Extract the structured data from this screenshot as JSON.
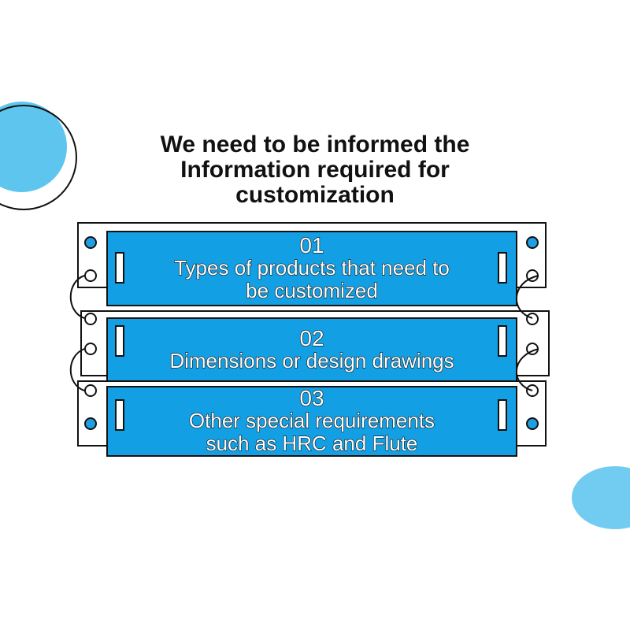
{
  "title": "We need to be informed  the\nInformation required for\ncustomization",
  "items": [
    {
      "number": "01",
      "text": "Types of products that need to\nbe customized"
    },
    {
      "number": "02",
      "text": "Dimensions or design drawings"
    },
    {
      "number": "03",
      "text": "Other special requirements\nsuch as HRC and Flute"
    }
  ],
  "colors": {
    "panel_blue": "#129fe4",
    "decor_blue": "#5ec5ef",
    "outline": "#111111",
    "background": "#ffffff"
  }
}
